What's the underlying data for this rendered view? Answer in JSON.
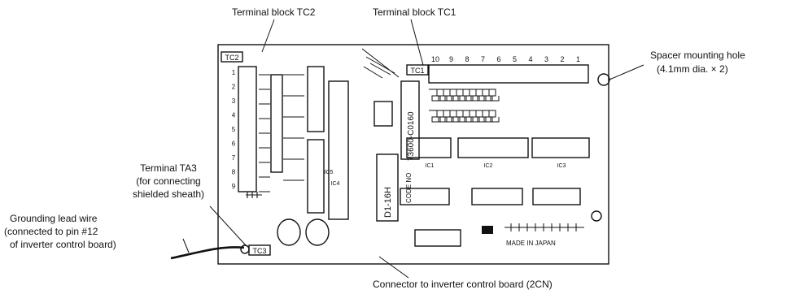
{
  "callouts": {
    "tc2": "Terminal block TC2",
    "tc1": "Terminal block TC1",
    "spacer_line1": "Spacer mounting hole",
    "spacer_line2": "(4.1mm dia. × 2)",
    "ta3_line1": "Terminal TA3",
    "ta3_line2": "(for connecting",
    "ta3_line3": "shielded sheath)",
    "ground_line1": "Grounding lead wire",
    "ground_line2": "(connected to pin #12",
    "ground_line3": "of inverter control board)",
    "connector": "Connector to inverter control board (2CN)"
  },
  "board_markings": {
    "tc2_label": "TC2",
    "tc1_label": "TC1",
    "tc3_label": "TC3",
    "part_number": "73600-C0160",
    "code_label": "CODE NO",
    "chip_label": "D1-16H",
    "made_in": "MADE IN JAPAN",
    "ic_labels": [
      "IC1",
      "IC2",
      "IC3",
      "IC4",
      "IC5"
    ],
    "tc2_pins": [
      "1",
      "2",
      "3",
      "4",
      "5",
      "6",
      "7",
      "8",
      "9"
    ],
    "tc1_pins": [
      "10",
      "9",
      "8",
      "7",
      "6",
      "5",
      "4",
      "3",
      "2",
      "1"
    ]
  }
}
